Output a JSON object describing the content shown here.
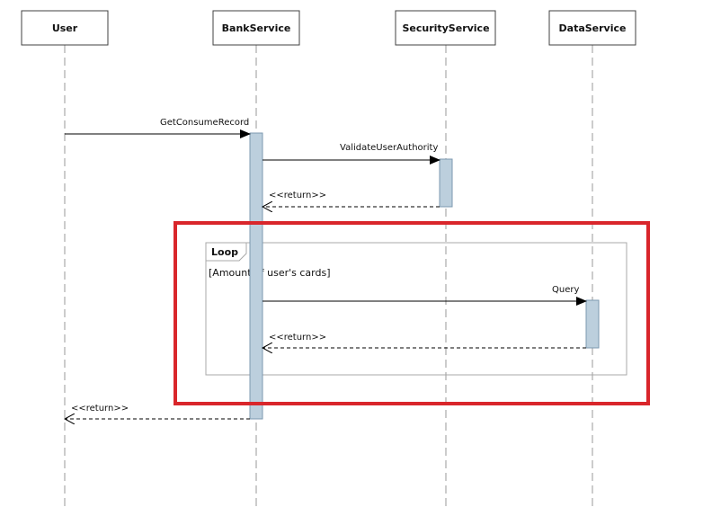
{
  "diagram": {
    "participants": [
      {
        "id": "user",
        "label": "User"
      },
      {
        "id": "bank",
        "label": "BankService"
      },
      {
        "id": "security",
        "label": "SecurityService"
      },
      {
        "id": "data",
        "label": "DataService"
      }
    ],
    "messages": [
      {
        "id": "m1",
        "from": "user",
        "to": "bank",
        "label": "GetConsumeRecord",
        "kind": "sync"
      },
      {
        "id": "m2",
        "from": "bank",
        "to": "security",
        "label": "ValidateUserAuthority",
        "kind": "sync"
      },
      {
        "id": "m3",
        "from": "security",
        "to": "bank",
        "label": "<<return>>",
        "kind": "return"
      },
      {
        "id": "m4",
        "from": "bank",
        "to": "data",
        "label": "Query",
        "kind": "sync"
      },
      {
        "id": "m5",
        "from": "data",
        "to": "bank",
        "label": "<<return>>",
        "kind": "return"
      },
      {
        "id": "m6",
        "from": "bank",
        "to": "user",
        "label": "<<return>>",
        "kind": "return"
      }
    ],
    "loop_frame": {
      "operator": "Loop",
      "guard": "[Amount of user's cards]"
    },
    "colors": {
      "highlight": "#d9262b",
      "activation_fill": "#bccfdd",
      "activation_stroke": "#7c99b0",
      "lifeline": "#9a9a9a"
    }
  }
}
